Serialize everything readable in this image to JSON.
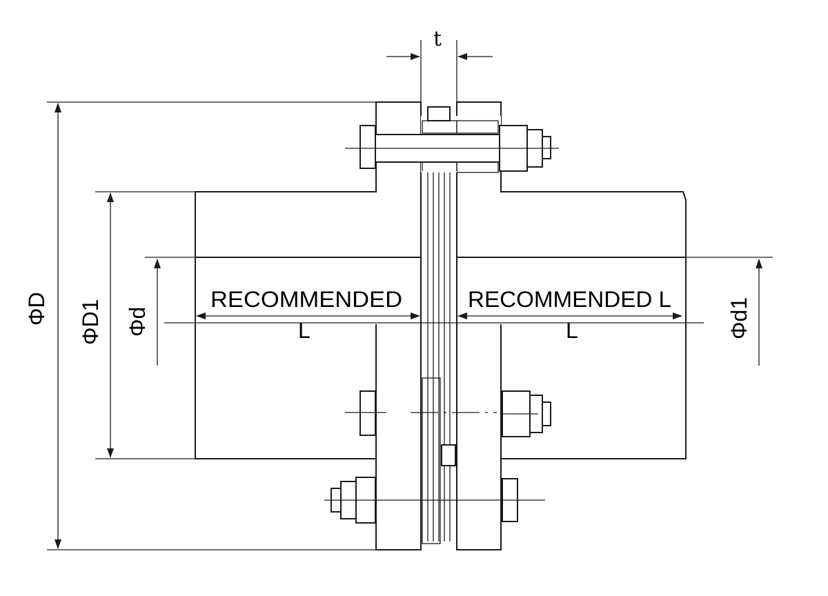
{
  "labels": {
    "phi_D": "ΦD",
    "phi_D1": "ΦD1",
    "phi_d": "Φd",
    "phi_d1": "Φd1",
    "t": "t",
    "rec_left": "RECOMMENDED",
    "rec_right": "RECOMMENDED L",
    "L_left": "L",
    "L_right": "L"
  },
  "colors": {
    "line": "#1a1a1a",
    "background": "#ffffff"
  }
}
